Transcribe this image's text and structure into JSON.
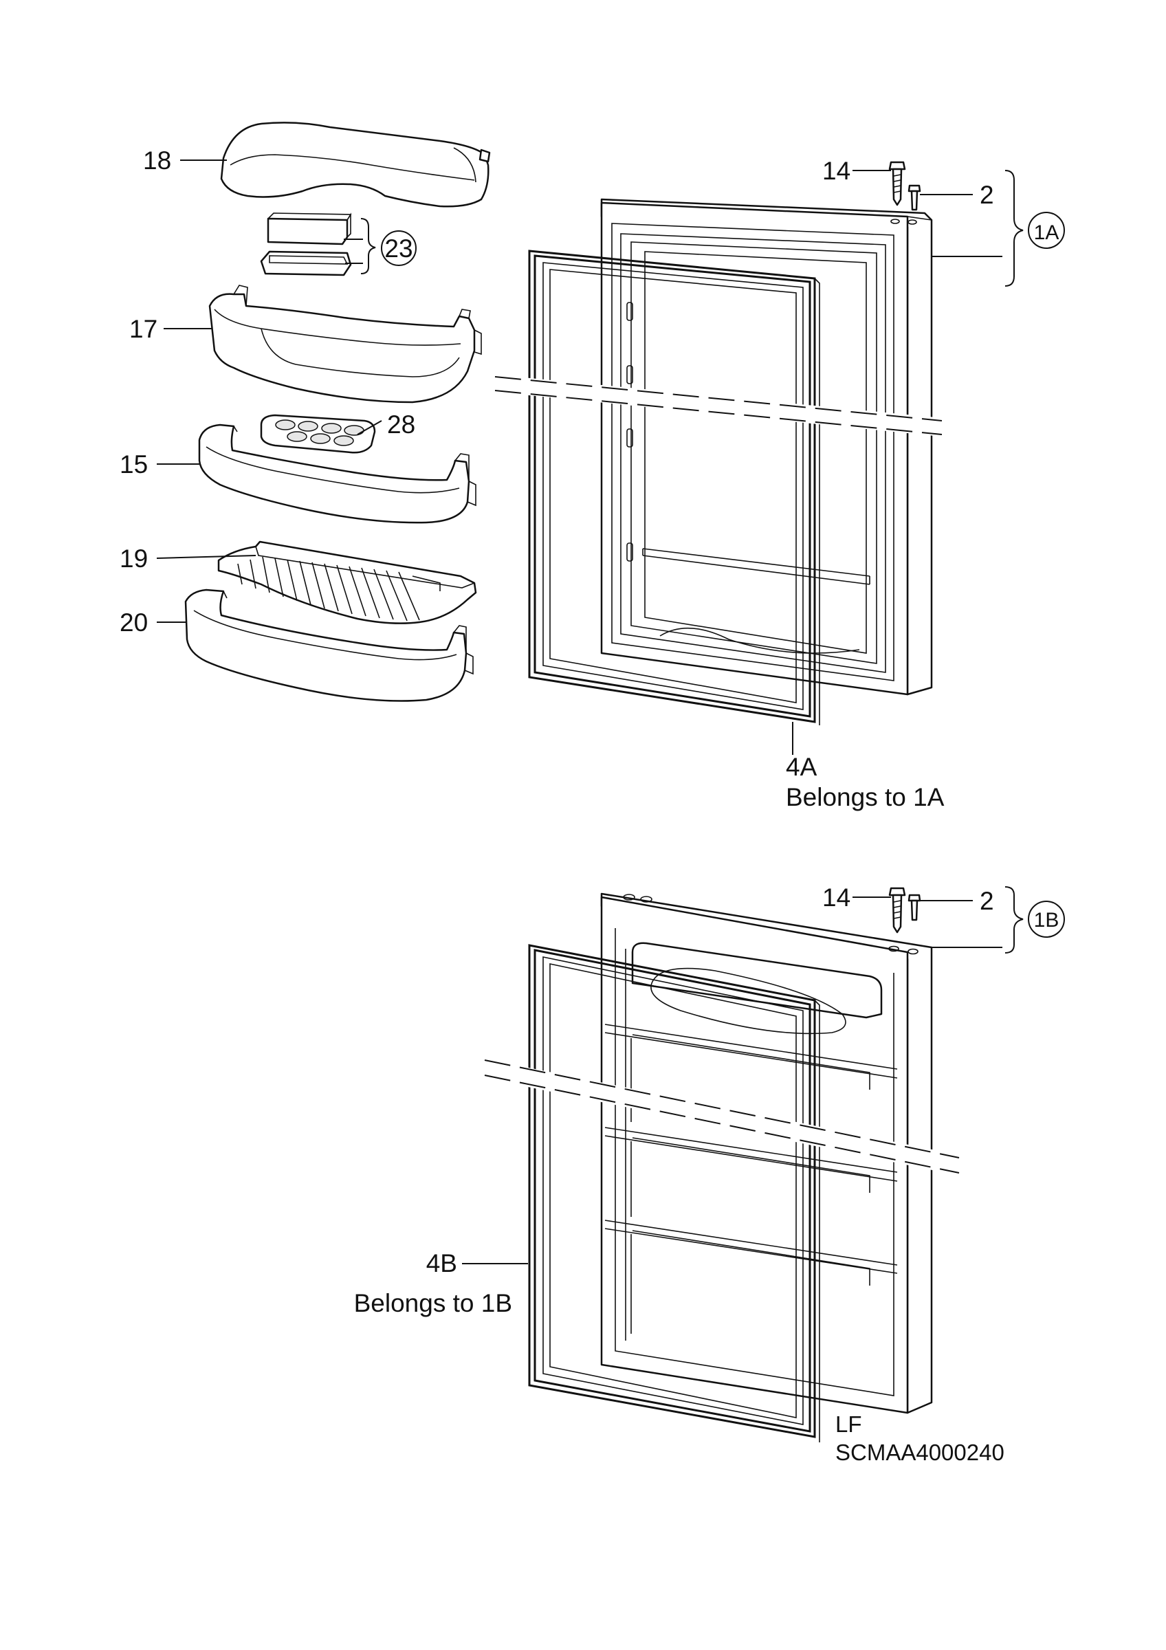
{
  "labels": {
    "p18": "18",
    "p23": "23",
    "p17": "17",
    "p28": "28",
    "p15": "15",
    "p19": "19",
    "p20": "20",
    "p14a": "14",
    "p2a": "2",
    "p1a": "1A",
    "p4a": "4A",
    "p4a_note": "Belongs to 1A",
    "p14b": "14",
    "p2b": "2",
    "p1b": "1B",
    "p4b": "4B",
    "p4b_note": "Belongs to 1B",
    "ref_code": "LF",
    "ref_number": "SCMAA4000240"
  }
}
